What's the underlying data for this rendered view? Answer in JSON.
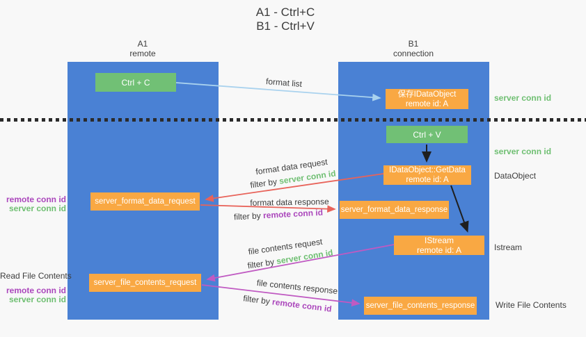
{
  "title": {
    "line1": "A1 - Ctrl+C",
    "line2": "B1 - Ctrl+V"
  },
  "lanes": {
    "a": {
      "name": "A1",
      "subtitle": "remote"
    },
    "b": {
      "name": "B1",
      "subtitle": "connection"
    }
  },
  "nodes": {
    "ctrl_c": {
      "label": "Ctrl + C"
    },
    "ctrl_v": {
      "label": "Ctrl + V"
    },
    "save_dataobject": {
      "line1": "保存IDataObject",
      "line2": "remote id: A"
    },
    "getdata": {
      "line1": "IDataObject::GetData",
      "line2": "remote id: A"
    },
    "istream": {
      "line1": "IStream",
      "line2": "remote id: A"
    },
    "format_request": {
      "label": "server_format_data_request"
    },
    "format_response": {
      "label": "server_format_data_response"
    },
    "file_request": {
      "label": "server_file_contents_request"
    },
    "file_response": {
      "label": "server_file_contents_response"
    }
  },
  "edge_labels": {
    "format_list": "format list",
    "format_data_request": "format data request",
    "format_data_request_filter_prefix": "filter by",
    "format_data_request_filter_key": "server conn id",
    "format_data_response": "format data response",
    "format_data_response_filter_prefix": "filter by",
    "format_data_response_filter_key": "remote conn id",
    "file_contents_request": "file contents request",
    "file_contents_request_filter_prefix": "filter by",
    "file_contents_request_filter_key": "server conn id",
    "file_contents_response": "file contents response",
    "file_contents_response_filter_prefix": "filter by",
    "file_contents_response_filter_key": "remote conn id"
  },
  "right_labels": [
    {
      "text": "server conn id"
    },
    {
      "text": "server conn id"
    },
    {
      "text": "DataObject"
    },
    {
      "text": "Istream"
    },
    {
      "text": "Write File Contents"
    }
  ],
  "left_labels": [
    {
      "text": "remote conn id"
    },
    {
      "text": "server conn id"
    },
    {
      "text": "Read File Contents"
    },
    {
      "text": "remote conn id"
    },
    {
      "text": "server conn id"
    }
  ],
  "colors": {
    "lane_blue": "#4a81d4",
    "node_green": "#71c075",
    "node_orange": "#f9a843",
    "server_conn_green": "#6fbf72",
    "remote_conn_purple": "#ab47bc",
    "arrow_light_blue": "#a9d2ee",
    "arrow_red": "#e8635a",
    "arrow_magenta": "#c05ac2",
    "arrow_black": "#1f1f1f",
    "text_dark": "#3d3d3d"
  }
}
